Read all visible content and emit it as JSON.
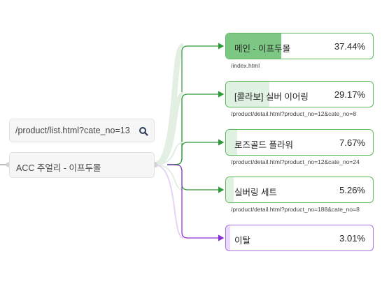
{
  "source": {
    "path": "/product/list.html?cate_no=13",
    "page_title": "ACC 주얼리 - 이프두몰",
    "search_icon": "search-icon"
  },
  "destinations": [
    {
      "label": "메인 - 이프두몰",
      "percent": "37.44%",
      "share": 0.3744,
      "url": "/index.html",
      "kind": "page"
    },
    {
      "label": "[콜라보] 실버 이어링",
      "percent": "29.17%",
      "share": 0.2917,
      "url": "/product/detail.html?product_no=12&cate_no=8",
      "kind": "page"
    },
    {
      "label": "로즈골드 플라워",
      "percent": "7.67%",
      "share": 0.0767,
      "url": "/product/detail.html?product_no=12&cate_no=24",
      "kind": "page"
    },
    {
      "label": "실버링 세트",
      "percent": "5.26%",
      "share": 0.0526,
      "url": "/product/detail.html?product_no=188&cate_no=8",
      "kind": "page"
    },
    {
      "label": "이탈",
      "percent": "3.01%",
      "share": 0.0301,
      "url": "",
      "kind": "exit"
    }
  ],
  "colors": {
    "page_border": "#5cb85c",
    "page_fill": "#7cc784",
    "page_fill_light": "#dff1e0",
    "page_arrow": "#2f9a3a",
    "exit_border": "#a870e0",
    "exit_fill": "#ead9fb",
    "exit_arrow": "#8a2bd0",
    "node": "#d2d2d2"
  }
}
